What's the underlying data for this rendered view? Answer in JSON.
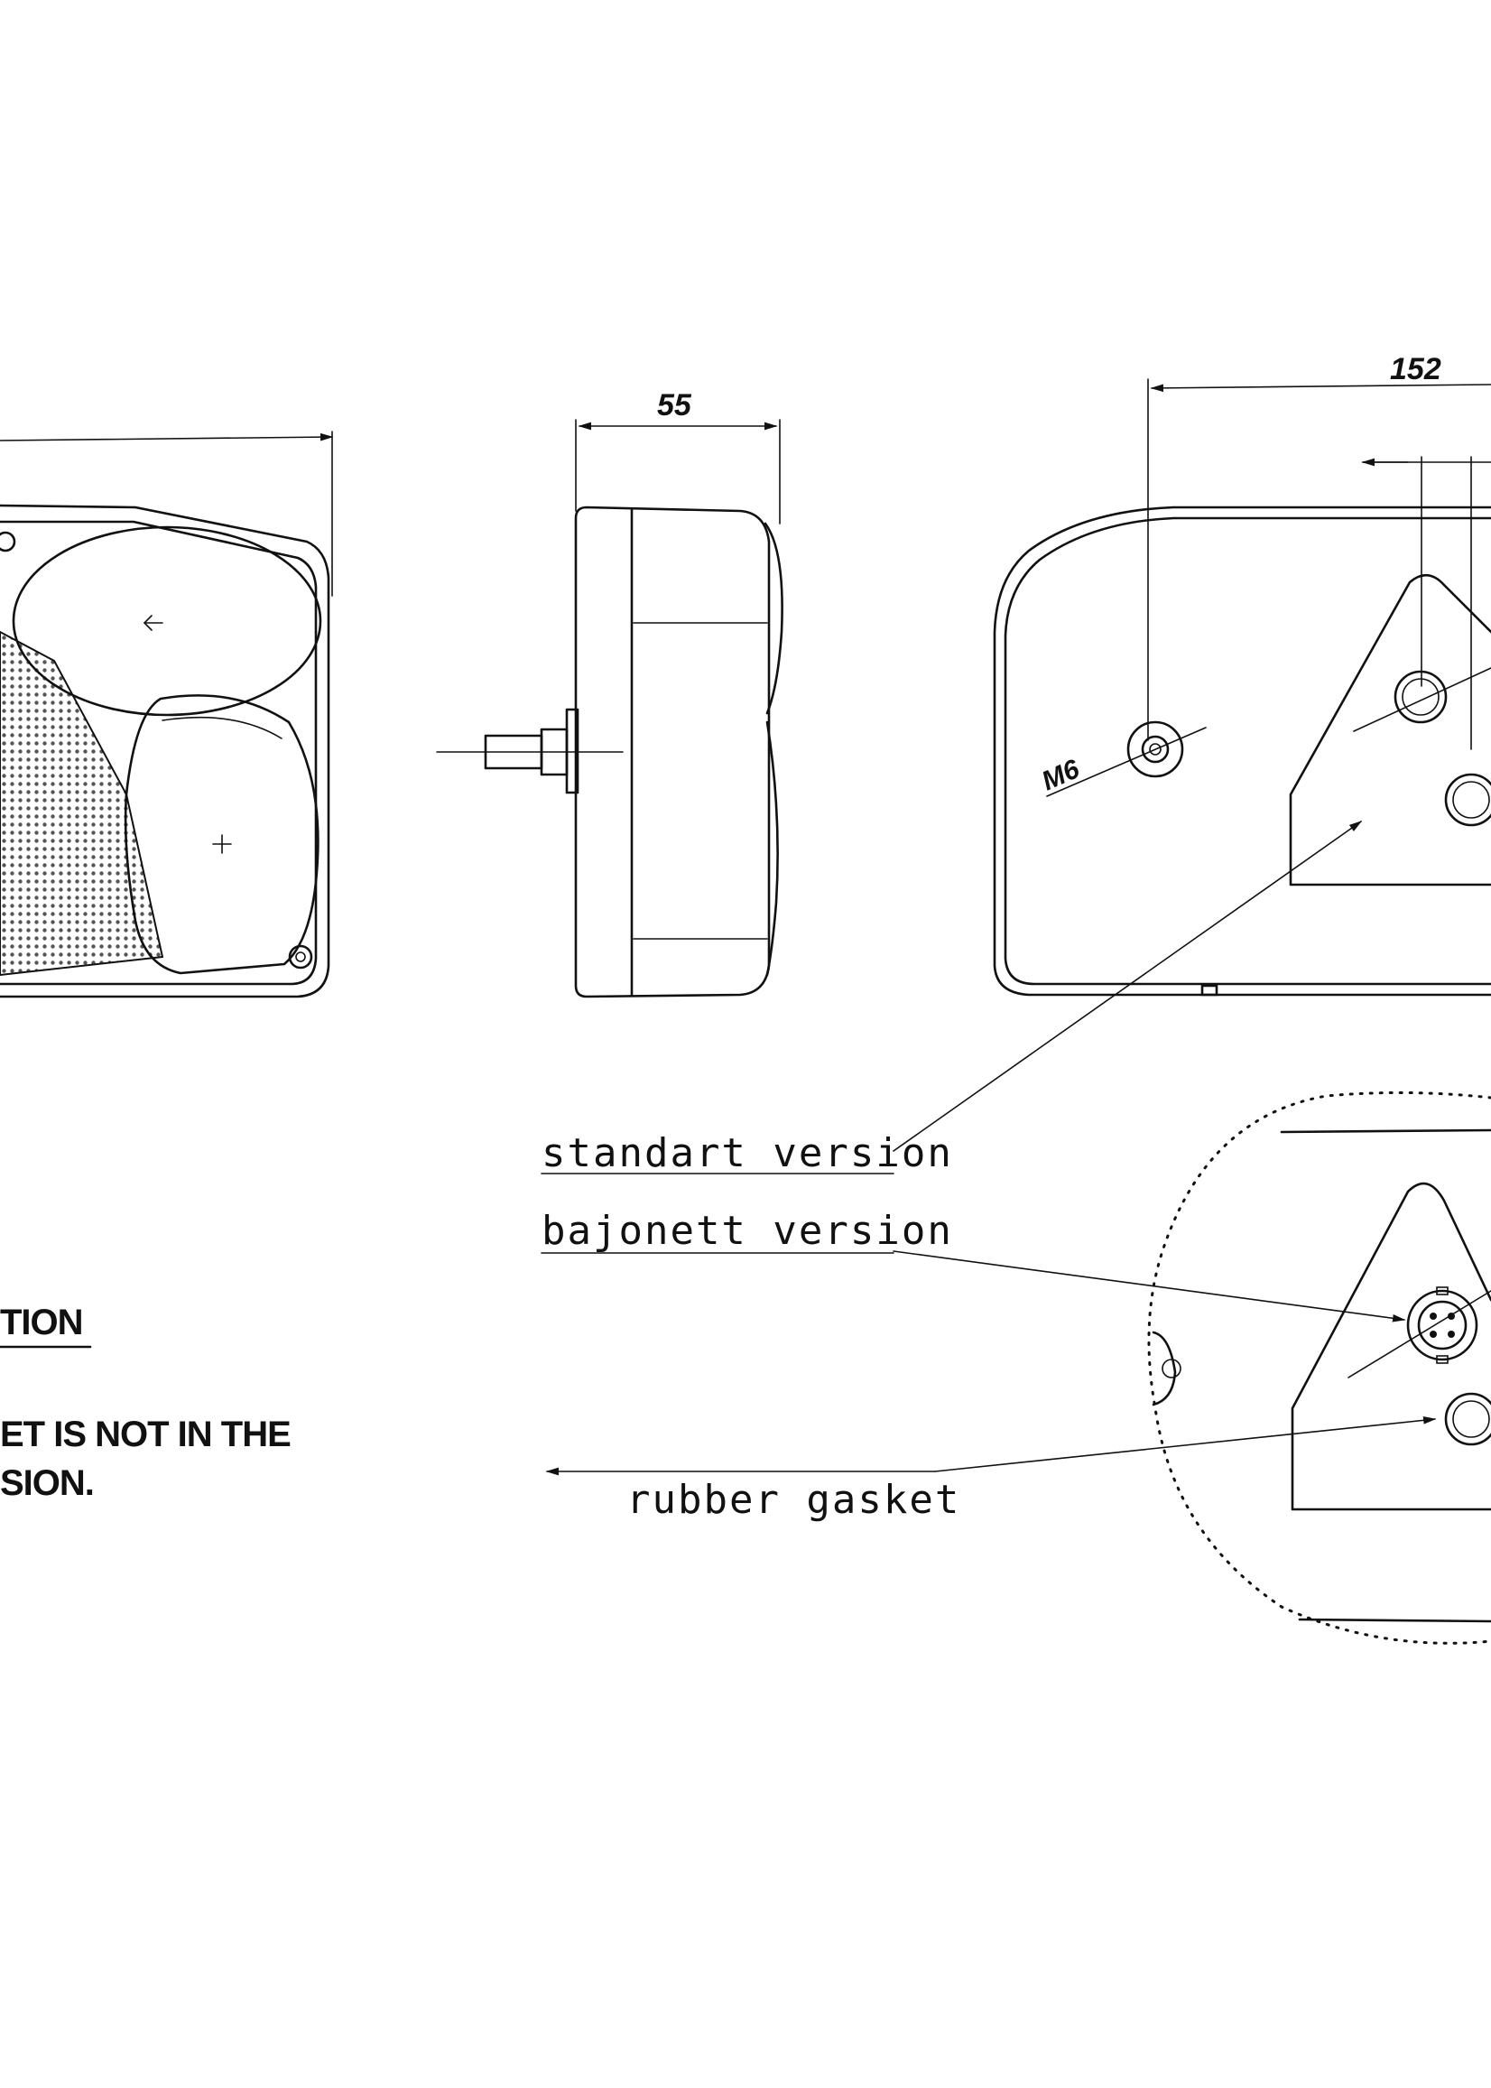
{
  "dimensions": {
    "depth": "55",
    "width": "152",
    "thread": "M6"
  },
  "labels": {
    "standard_version": "standart version",
    "bajonett_version": "bajonett version",
    "rubber_gasket": "rubber gasket"
  },
  "note": {
    "heading_fragment": "TION",
    "line1_fragment": "ET IS NOT IN THE",
    "line2_fragment": "SION."
  },
  "colors": {
    "line": "#111111",
    "background": "#ffffff"
  }
}
